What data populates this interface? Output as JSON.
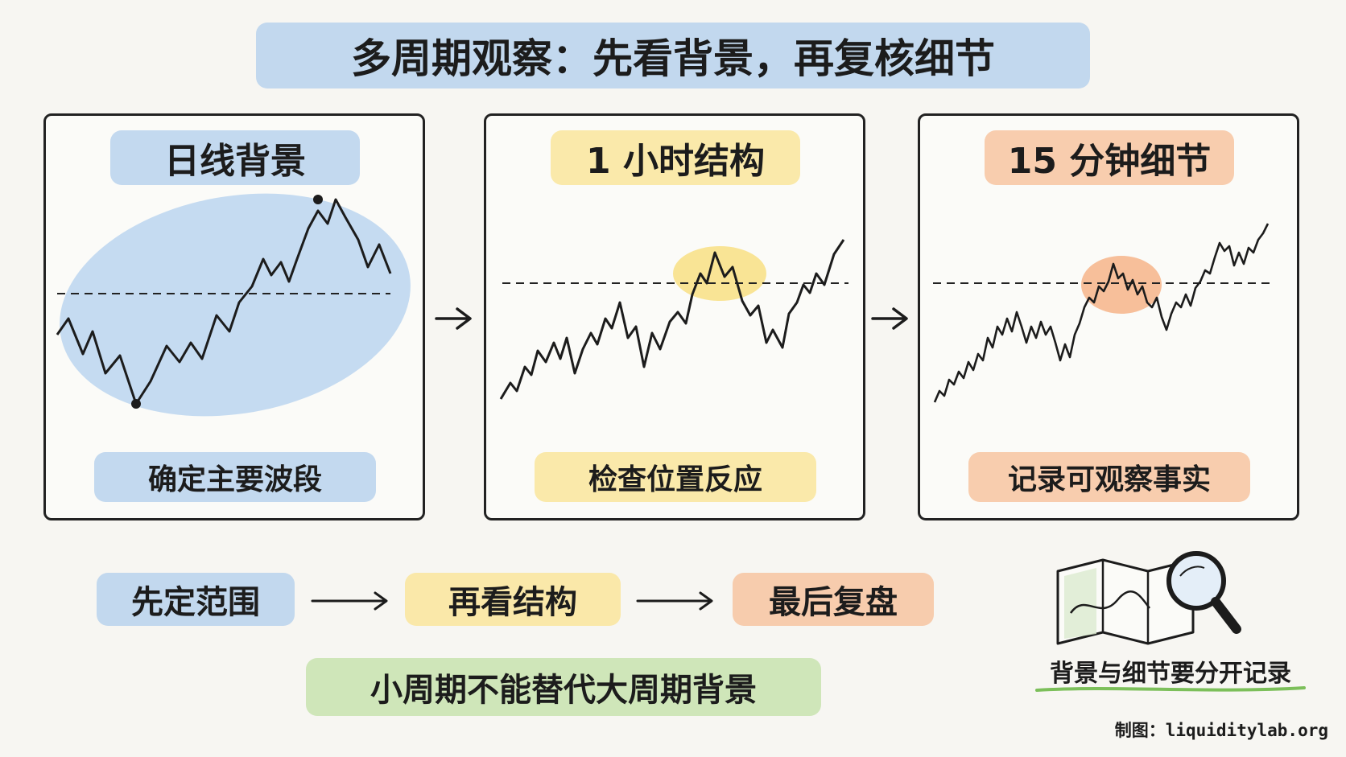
{
  "title": "多周期观察：先看背景，再复核细节",
  "panels": [
    {
      "title": "日线背景",
      "caption": "确定主要波段",
      "color": "#b0ceec"
    },
    {
      "title": "1 小时结构",
      "caption": "检查位置反应",
      "color": "#fae596"
    },
    {
      "title": "15 分钟细节",
      "caption": "记录可观察事实",
      "color": "#f7be96"
    }
  ],
  "flow": {
    "step1": "先定范围",
    "step2": "再看结构",
    "step3": "最后复盘"
  },
  "principle": "小周期不能替代大周期背景",
  "note": "背景与细节要分开记录",
  "credit": "制图：liquiditylab.org",
  "icons": [
    "right-arrow-icon",
    "map-magnifier-icon"
  ]
}
